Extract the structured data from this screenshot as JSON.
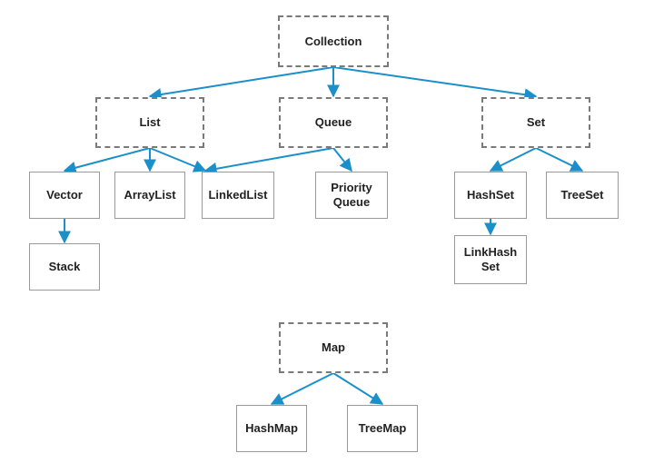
{
  "colors": {
    "edge": "#1a8fc9",
    "interface_border": "#7a7a7a",
    "class_border": "#9a9a9a",
    "text": "#222222"
  },
  "nodes": {
    "collection": {
      "label": "Collection",
      "kind": "interface"
    },
    "list": {
      "label": "List",
      "kind": "interface"
    },
    "queue": {
      "label": "Queue",
      "kind": "interface"
    },
    "set": {
      "label": "Set",
      "kind": "interface"
    },
    "vector": {
      "label": "Vector",
      "kind": "class"
    },
    "arraylist": {
      "label": "ArrayList",
      "kind": "class"
    },
    "linkedlist": {
      "label": "LinkedList",
      "kind": "class"
    },
    "priority_queue": {
      "label": "Priority\nQueue",
      "kind": "class"
    },
    "hashset": {
      "label": "HashSet",
      "kind": "class"
    },
    "treeset": {
      "label": "TreeSet",
      "kind": "class"
    },
    "stack": {
      "label": "Stack",
      "kind": "class"
    },
    "linkhashset": {
      "label": "LinkHash\nSet",
      "kind": "class"
    },
    "map": {
      "label": "Map",
      "kind": "interface"
    },
    "hashmap": {
      "label": "HashMap",
      "kind": "class"
    },
    "treemap": {
      "label": "TreeMap",
      "kind": "class"
    }
  },
  "edges": [
    {
      "from": "collection",
      "to": "list"
    },
    {
      "from": "collection",
      "to": "queue"
    },
    {
      "from": "collection",
      "to": "set"
    },
    {
      "from": "list",
      "to": "vector"
    },
    {
      "from": "list",
      "to": "arraylist"
    },
    {
      "from": "list",
      "to": "linkedlist"
    },
    {
      "from": "queue",
      "to": "linkedlist"
    },
    {
      "from": "queue",
      "to": "priority_queue"
    },
    {
      "from": "set",
      "to": "hashset"
    },
    {
      "from": "set",
      "to": "treeset"
    },
    {
      "from": "vector",
      "to": "stack"
    },
    {
      "from": "hashset",
      "to": "linkhashset"
    },
    {
      "from": "map",
      "to": "hashmap"
    },
    {
      "from": "map",
      "to": "treemap"
    }
  ]
}
